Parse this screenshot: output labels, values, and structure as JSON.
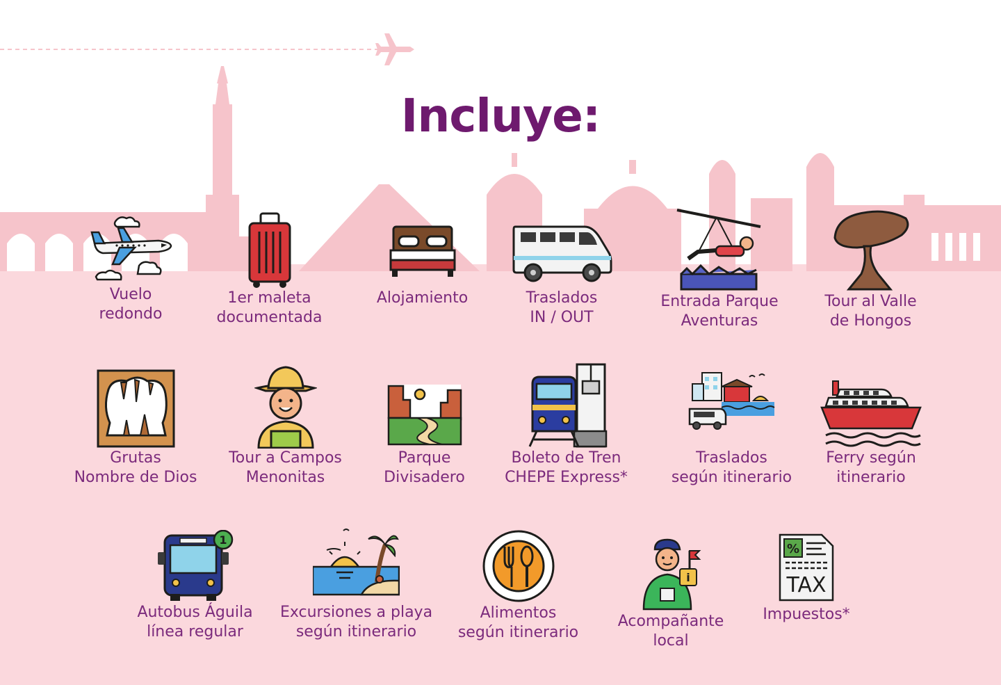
{
  "title": "Incluye:",
  "colors": {
    "title": "#6e1a6e",
    "label": "#7b2a7c",
    "background": "#fbd8dd",
    "skyline": "#f6c4cb"
  },
  "items": [
    {
      "line1": "Vuelo",
      "line2": "redondo",
      "icon": "airplane-icon"
    },
    {
      "line1": "1er maleta",
      "line2": "documentada",
      "icon": "suitcase-icon"
    },
    {
      "line1": "Alojamiento",
      "line2": "",
      "icon": "bed-icon"
    },
    {
      "line1": "Traslados",
      "line2": "IN / OUT",
      "icon": "van-icon"
    },
    {
      "line1": "Entrada Parque",
      "line2": "Aventuras",
      "icon": "zipline-icon"
    },
    {
      "line1": "Tour al Valle",
      "line2": "de Hongos",
      "icon": "mushroom-rock-icon"
    },
    {
      "line1": "Grutas",
      "line2": "Nombre de Dios",
      "icon": "cave-icon"
    },
    {
      "line1": "Tour a Campos",
      "line2": "Menonitas",
      "icon": "farmer-icon"
    },
    {
      "line1": "Parque",
      "line2": "Divisadero",
      "icon": "canyon-icon"
    },
    {
      "line1": "Boleto de Tren",
      "line2": "CHEPE Express*",
      "icon": "train-icon"
    },
    {
      "line1": "Traslados",
      "line2": "según itinerario",
      "icon": "city-transfer-icon"
    },
    {
      "line1": "Ferry según",
      "line2": "itinerario",
      "icon": "ferry-icon"
    },
    {
      "line1": "Autobus Águila",
      "line2": "línea regular",
      "icon": "bus-icon",
      "badge": "1"
    },
    {
      "line1": "Excursiones a playa",
      "line2": "según itinerario",
      "icon": "beach-icon"
    },
    {
      "line1": "Alimentos",
      "line2": "según itinerario",
      "icon": "plate-cutlery-icon"
    },
    {
      "line1": "Acompañante",
      "line2": "local",
      "icon": "guide-icon"
    },
    {
      "line1": "Impuestos*",
      "line2": "",
      "icon": "tax-document-icon",
      "icon_text": "TAX"
    }
  ]
}
